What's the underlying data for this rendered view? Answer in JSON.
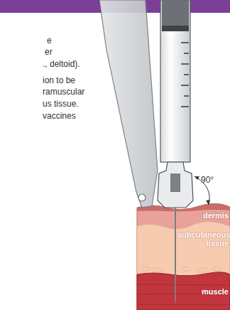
{
  "diagram": {
    "nodes": [
      {
        "text": [
          "dermis"
        ]
      },
      {
        "text": [
          "subcutaneous tissue"
        ]
      },
      {
        "text": [
          "muscle"
        ]
      }
    ],
    "labels": [
      "e",
      "er",
      "., deltoid).",
      "ion to be",
      "ramuscular",
      "us tissue.",
      "vaccines",
      "90°"
    ]
  }
}
